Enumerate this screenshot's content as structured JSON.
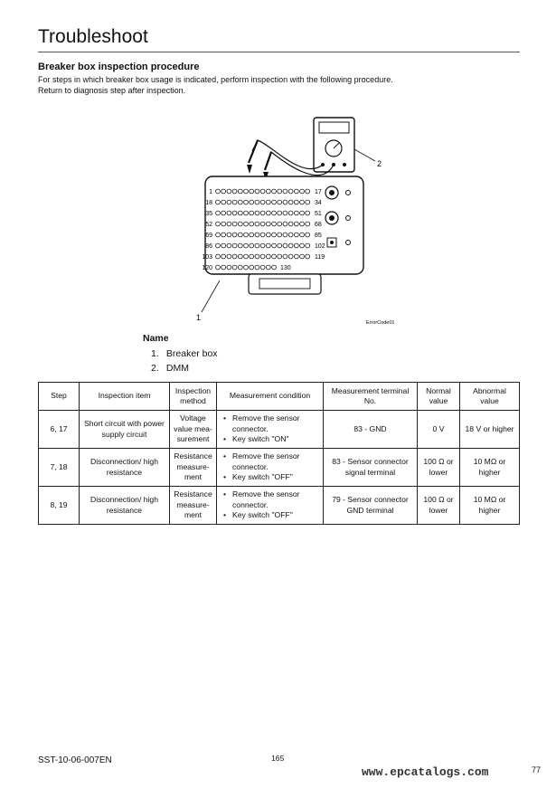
{
  "header": {
    "title": "Troubleshoot"
  },
  "section": {
    "heading": "Breaker box inspection procedure",
    "intro_lines": [
      "For steps in which breaker box usage is indicated, perform inspection with the following procedure.",
      "Return to diagnosis step after inspection."
    ]
  },
  "figure": {
    "row_start_labels": [
      "1",
      "18",
      "35",
      "52",
      "69",
      "86",
      "103",
      "120"
    ],
    "row_end_labels": [
      "17",
      "34",
      "51",
      "68",
      "85",
      "102",
      "119",
      "130"
    ],
    "callout_box": "1",
    "callout_dmm": "2",
    "figure_code": "ErrorCode01"
  },
  "names": {
    "heading": "Name",
    "items": [
      {
        "num": "1.",
        "label": "Breaker box"
      },
      {
        "num": "2.",
        "label": "DMM"
      }
    ]
  },
  "table": {
    "headers": [
      "Step",
      "Inspection item",
      "Inspection method",
      "Measurement condition",
      "Measurement terminal No.",
      "Normal value",
      "Abnormal value"
    ],
    "rows": [
      {
        "step": "6, 17",
        "item": "Short circuit with power supply circuit",
        "method": "Voltage value mea-surement",
        "conditions": [
          "Remove the sensor connector.",
          "Key switch \"ON\""
        ],
        "terminal": "83 - GND",
        "normal": "0 V",
        "abnormal": "18 V or higher"
      },
      {
        "step": "7, 18",
        "item": "Disconnection/ high resistance",
        "method": "Resistance measure-ment",
        "conditions": [
          "Remove the sensor connector.",
          "Key switch \"OFF\""
        ],
        "terminal": "83 - Sensor connector signal terminal",
        "normal": "100 Ω or lower",
        "abnormal": "10 MΩ or higher"
      },
      {
        "step": "8, 19",
        "item": "Disconnection/ high resistance",
        "method": "Resistance measure-ment",
        "conditions": [
          "Remove the sensor connector.",
          "Key switch \"OFF\""
        ],
        "terminal": "79 - Sensor connector GND terminal",
        "normal": "100 Ω or lower",
        "abnormal": "10 MΩ or higher"
      }
    ]
  },
  "footer": {
    "code": "SST-10-06-007EN",
    "page": "165",
    "watermark": "www.epcatalogs.com",
    "corner": "77"
  }
}
